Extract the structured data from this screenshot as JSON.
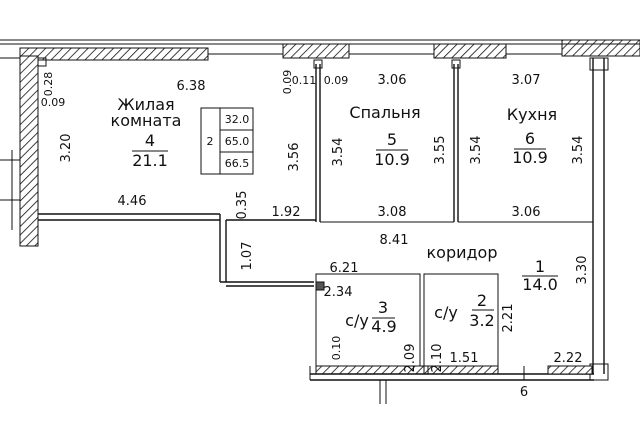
{
  "rooms": {
    "living": {
      "name_line1": "Жилая",
      "name_line2": "комната",
      "number": "4",
      "area": "21.1"
    },
    "bedroom": {
      "name": "Спальня",
      "number": "5",
      "area": "10.9"
    },
    "kitchen": {
      "name": "Кухня",
      "number": "6",
      "area": "10.9"
    },
    "corridor": {
      "name": "коридор",
      "number": "1",
      "area": "14.0"
    },
    "bath3": {
      "name": "с/у",
      "number": "3",
      "area": "4.9"
    },
    "bath2": {
      "name": "с/у",
      "number": "2",
      "area": "3.2"
    }
  },
  "summary": {
    "rooms_count": "2",
    "values": [
      "32.0",
      "65.0",
      "66.5"
    ]
  },
  "dimensions": {
    "living_top": "6.38",
    "living_left": "3.20",
    "living_corner_a": "0.28",
    "living_corner_b": "0.09",
    "living_right": "3.56",
    "living_bottom": "4.46",
    "living_step": "0.35",
    "living_bottom_right": "1.92",
    "wall_a": "0.09",
    "wall_b": "0.11",
    "wall_c": "0.09",
    "bedroom_top": "3.06",
    "bedroom_left": "3.54",
    "bedroom_right": "3.55",
    "bedroom_bottom": "3.08",
    "kitchen_top": "3.07",
    "kitchen_left": "3.54",
    "kitchen_right": "3.54",
    "kitchen_bottom": "3.06",
    "corridor_top": "8.41",
    "corridor_left": "1.07",
    "corridor_right": "3.30",
    "corridor_mid": "6.21",
    "bath3_top": "2.34",
    "bath3_right": "2.09",
    "bath3_wall": "0.10",
    "bath2_left": "2.10",
    "bath2_bottom": "1.51",
    "bath2_right": "2.21",
    "bottom_right": "2.22"
  },
  "marks": {
    "axis_6": "6"
  }
}
